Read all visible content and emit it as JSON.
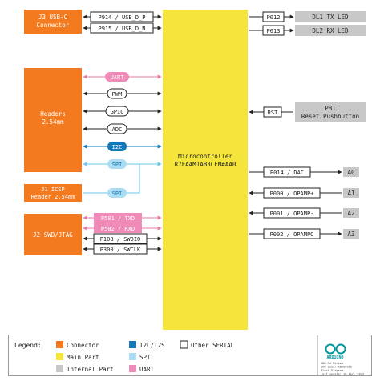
{
  "colors": {
    "connector": "#f47a20",
    "main_part": "#f4e43c",
    "internal_part": "#c8c8c8",
    "i2c": "#1278b8",
    "spi": "#aadcf4",
    "uart": "#f08ab8",
    "other_serial": "#ffffff",
    "wire": "#222222"
  },
  "blocks": {
    "j3": "J3 USB-C\nConnector",
    "headers": "Headers\n2.54mm",
    "j1": "J1 ICSP\nHeader 2.54mm",
    "j2": "J2 SWD/JTAG",
    "mcu": "Microcontroller\nR7FA4M1AB3CFM#AA0",
    "dl1": "DL1 TX LED",
    "dl2": "DL2 RX LED",
    "pb1": "PB1\nReset Pushbutton",
    "a0": "A0",
    "a1": "A1",
    "a2": "A2",
    "a3": "A3"
  },
  "signals": {
    "p914": "P914 / USB_D_P",
    "p915": "P915 / USB_D_N",
    "uart": "UART",
    "pwm": "PWM",
    "gpio": "GPIO",
    "adc": "ADC",
    "i2c": "I2C",
    "spi_headers": "SPI",
    "spi_icsp": "SPI",
    "p501": "P501 / TXD",
    "p502": "P502 / RXD",
    "p108": "P108 / SWDIO",
    "p300": "P300 / SWCLK",
    "p012": "P012",
    "p013": "P013",
    "rst": "RST",
    "p014": "P014 / DAC",
    "p000": "P000 / OPAMP+",
    "p001": "P001 / OPAMP-",
    "p002": "P002 / OPAMPO"
  },
  "legend": {
    "title": "Legend:",
    "connector": "Connector",
    "main_part": "Main Part",
    "internal_part": "Internal Part",
    "i2c": "I2C/I2S",
    "spi": "SPI",
    "uart": "UART",
    "other_serial": "Other SERIAL"
  },
  "logo_text": "ARDUINO",
  "info": {
    "line1": "UNO R4 Minima",
    "line2": "SKU code: ABX00080",
    "line3": "Block Diagram",
    "line4": "Last update: 18 Apr, 2023"
  }
}
